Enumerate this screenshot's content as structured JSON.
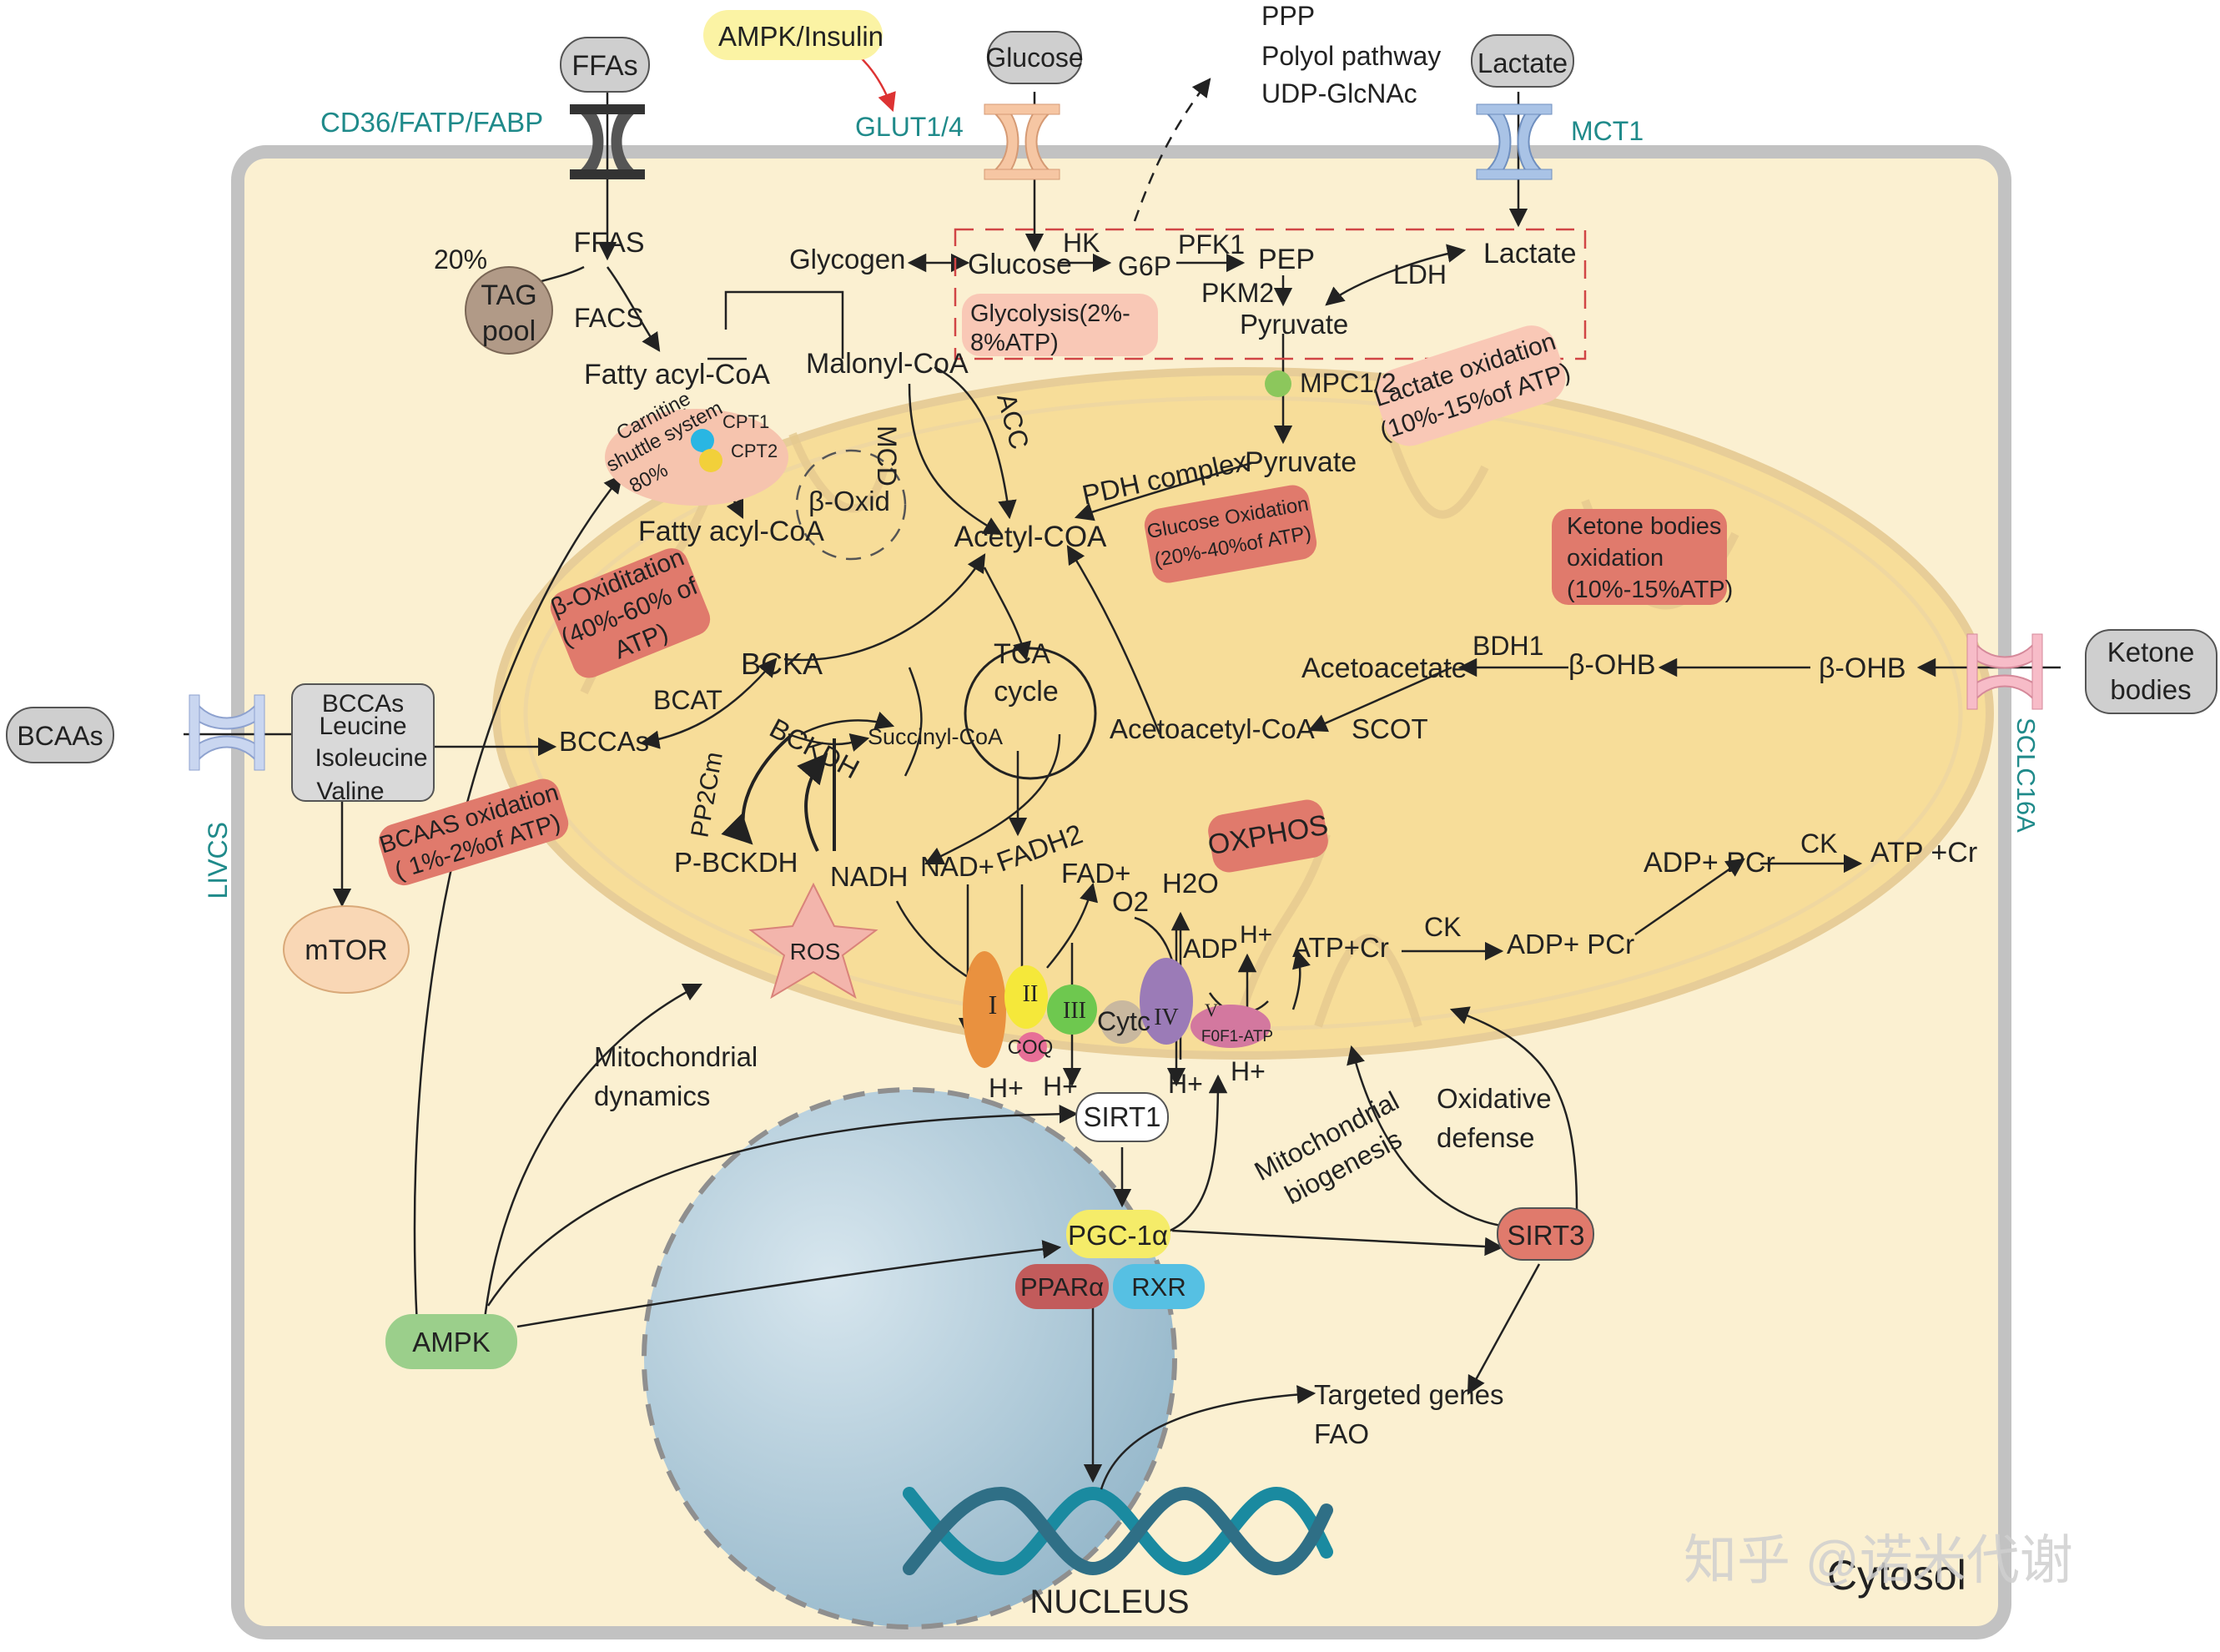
{
  "colors": {
    "cell_fill": "#fbf0d1",
    "cell_border": "#bdbdbd",
    "mito_fill": "#f7dd97",
    "nucleus_fill": "#b6cfdc",
    "teal_text": "#1f8a8a",
    "red_box": "#e07a6c",
    "pink_box": "#f9c8b6",
    "green_box": "#9bcf8b",
    "dna_color": "#1a8aa0",
    "dashed_red": "#d14545"
  },
  "external": {
    "ffas": "FFAs",
    "ampk_insulin": "AMPK/Insulin",
    "glucose": "Glucose",
    "ppp_lines": [
      "PPP",
      "Polyol pathway",
      "UDP-GlcNAc"
    ],
    "lactate": "Lactate",
    "cd36": "CD36/FATP/FABP",
    "glut": "GLUT1/4",
    "mct1": "MCT1",
    "bcaas": "BCAAs",
    "livcs": "LIVCS",
    "ketone_bodies": [
      "Ketone",
      "bodies"
    ],
    "sclc16a": "SCLC16A"
  },
  "cytosol": {
    "ffas_in": "FFAS",
    "pct20": "20%",
    "tag_pool": [
      "TAG",
      "pool"
    ],
    "facs": "FACS",
    "fatty_acyl_coa": "Fatty acyl-CoA",
    "glycogen": "Glycogen",
    "glucose": "Glucose",
    "hk": "HK",
    "g6p": "G6P",
    "pfk1": "PFK1",
    "pep": "PEP",
    "pkm2": "PKM2",
    "pyruvate": "Pyruvate",
    "ldh": "LDH",
    "lactate": "Lactate",
    "glycolysis_box": [
      "Glycolysis(2%-",
      "8%ATP)"
    ],
    "malonyl_coa": "Malonyl-CoA",
    "mpc": "MPC1/2",
    "lactate_ox": [
      "Lactate oxidation",
      "(10%-15%of ATP)"
    ],
    "bccas_box": [
      "BCCAs",
      "Leucine",
      "Isoleucine",
      "Valine"
    ],
    "mtor": "mTOR",
    "beta_ohb_out": "β-OHB",
    "adp_pcr": "ADP+ PCr",
    "ck": "CK",
    "atp_cr": "ATP  +Cr",
    "mito_dynamics": [
      "Mitochondrial",
      "dynamics"
    ],
    "sirt1": "SIRT1",
    "pgc": "PGC-1α",
    "ppara": "PPARα",
    "rxr": "RXR",
    "ampk": "AMPK",
    "mito_biogenesis": [
      "Mitochondrial",
      "biogenesis"
    ],
    "oxidative_defense": [
      "Oxidative",
      "defense"
    ],
    "sirt3": "SIRT3",
    "targeted_genes": [
      "Targeted genes",
      "FAO"
    ],
    "nucleus": "NUCLEUS",
    "cytosol": "Cytosol",
    "watermark": "知乎 @诺米代谢"
  },
  "mito": {
    "carnitine": [
      "Carnitine",
      "shuttle system",
      "80%"
    ],
    "cpt1": "CPT1",
    "cpt2": "CPT2",
    "mcd": "MCD",
    "acc": "ACC",
    "beta_oxid": "β-Oxid",
    "fatty_acyl_coa": "Fatty acyl-CoA",
    "beta_oxidation": [
      "β-Oxiditation",
      "(40%-60% of",
      "ATP)"
    ],
    "acetyl_coa": "Acetyl-COA",
    "pdh": "PDH complex",
    "pyruvate": "Pyruvate",
    "glucose_ox": [
      "Glucose Oxidation",
      "(20%-40%of ATP)"
    ],
    "ketone_ox": [
      "Ketone bodies",
      "oxidation",
      "(10%-15%ATP)"
    ],
    "tca": [
      "TCA",
      "cycle"
    ],
    "bcka": "BCKA",
    "bcat": "BCAT",
    "bccas": "BCCAs",
    "bckdh": "BCKDH",
    "pp2cm": "PP2Cm",
    "p_bckdh": "P-BCKDH",
    "succinyl": "Succinyl-CoA",
    "acetoacetyl": "Acetoacetyl-CoA",
    "scot": "SCOT",
    "acetoacetate": "Acetoacetate",
    "bdh1": "BDH1",
    "beta_ohb": "β-OHB",
    "bcaas_ox": [
      "BCAAS oxidation",
      "( 1%-2%of ATP)"
    ],
    "nadh": "NADH",
    "nad": "NAD+",
    "fadh2": "FADH2",
    "fad": "FAD+",
    "o2": "O2",
    "h2o": "H2O",
    "oxphos": "OXPHOS",
    "adp": "ADP",
    "hplus": "H+",
    "atp_cr": "ATP+Cr",
    "ck": "CK",
    "adp_pcr": "ADP+ PCr",
    "ros": "ROS",
    "complex_i": "I",
    "complex_ii": "II",
    "complex_iii": "III",
    "cytc": "Cytc",
    "complex_iv": "IV",
    "complex_v": "V",
    "f0f1": "F0F1-ATP",
    "coq": "COQ"
  }
}
